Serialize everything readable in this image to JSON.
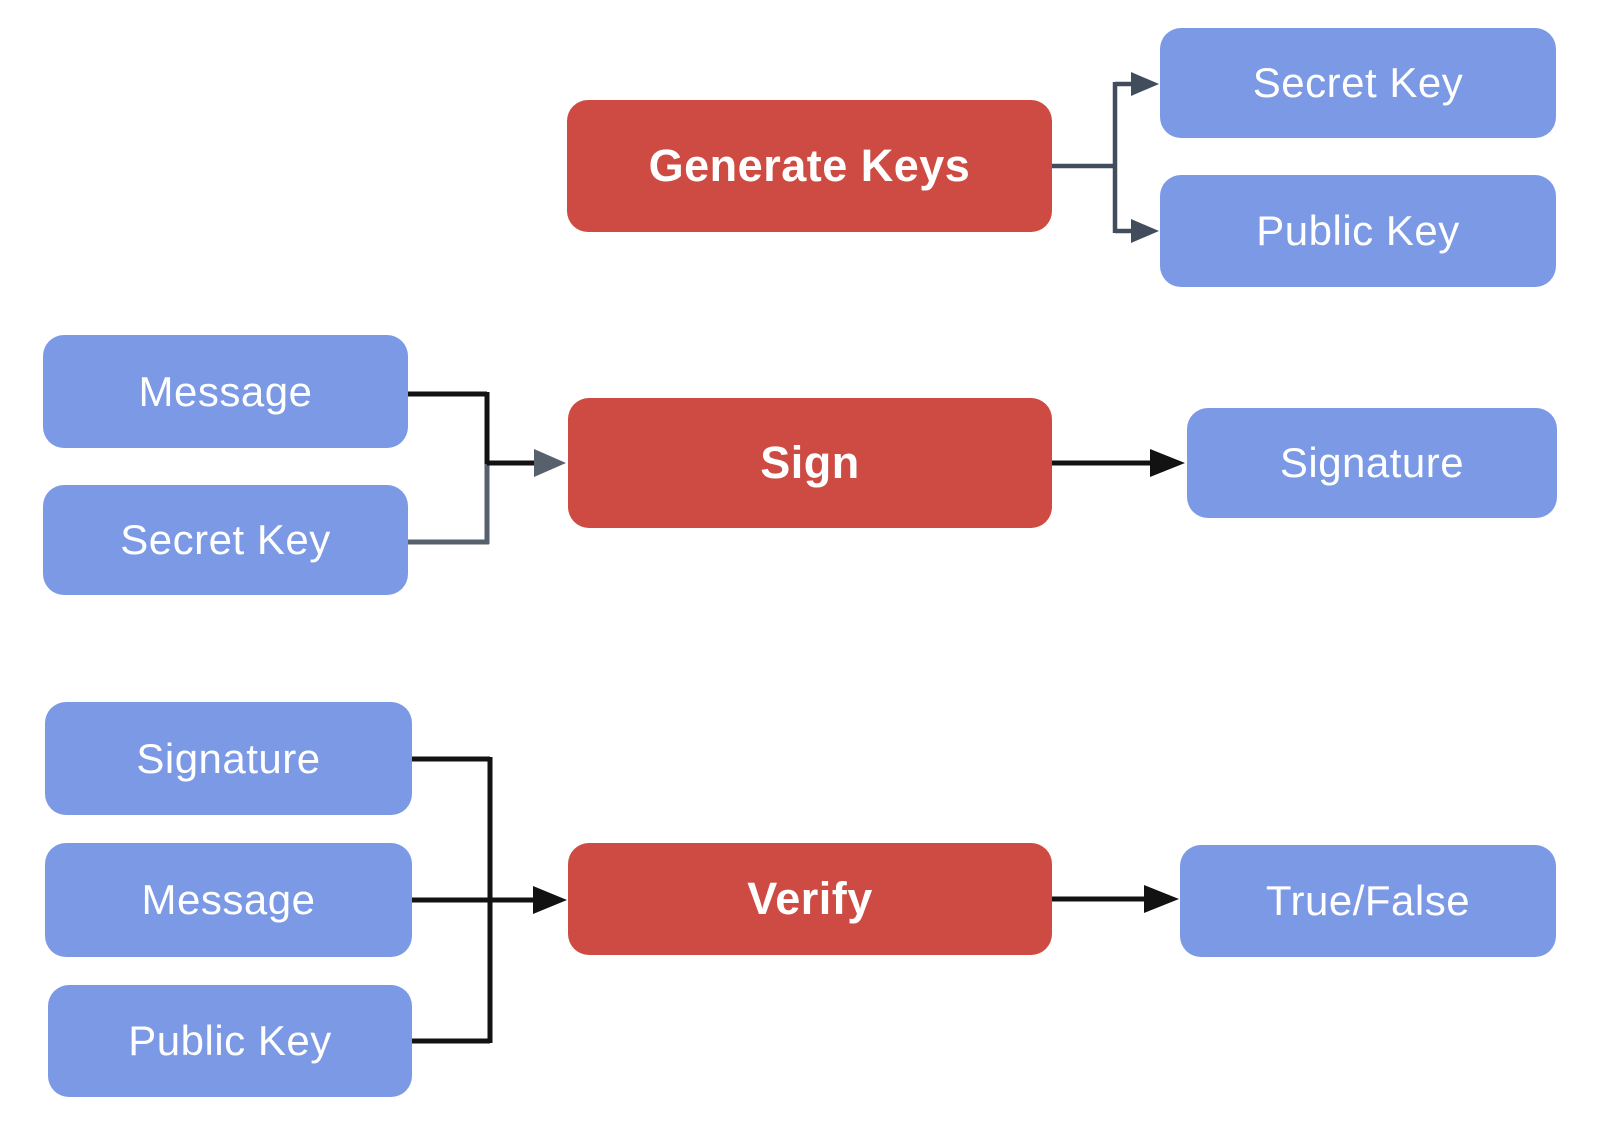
{
  "colors": {
    "process": "#ce4b43",
    "data": "#7b99e4",
    "connector": "#414d5c",
    "arrow": "#121212",
    "muted": "#57616e",
    "label": "#ffffff",
    "background": "#ffffff"
  },
  "nodes": {
    "generate_keys": {
      "label": "Generate Keys",
      "kind": "process"
    },
    "secret_key_out": {
      "label": "Secret Key",
      "kind": "data"
    },
    "public_key_out": {
      "label": "Public Key",
      "kind": "data"
    },
    "message_sign": {
      "label": "Message",
      "kind": "data"
    },
    "secret_key_sign": {
      "label": "Secret Key",
      "kind": "data"
    },
    "sign": {
      "label": "Sign",
      "kind": "process"
    },
    "signature_out": {
      "label": "Signature",
      "kind": "data"
    },
    "signature_verify": {
      "label": "Signature",
      "kind": "data"
    },
    "message_verify": {
      "label": "Message",
      "kind": "data"
    },
    "public_key_verify": {
      "label": "Public Key",
      "kind": "data"
    },
    "verify": {
      "label": "Verify",
      "kind": "process"
    },
    "true_false": {
      "label": "True/False",
      "kind": "data"
    }
  },
  "edges": [
    {
      "from": "Generate Keys",
      "to": "Secret Key"
    },
    {
      "from": "Generate Keys",
      "to": "Public Key"
    },
    {
      "from": "Message",
      "to": "Sign"
    },
    {
      "from": "Secret Key",
      "to": "Sign"
    },
    {
      "from": "Sign",
      "to": "Signature"
    },
    {
      "from": "Signature",
      "to": "Verify"
    },
    {
      "from": "Message",
      "to": "Verify"
    },
    {
      "from": "Public Key",
      "to": "Verify"
    },
    {
      "from": "Verify",
      "to": "True/False"
    }
  ]
}
